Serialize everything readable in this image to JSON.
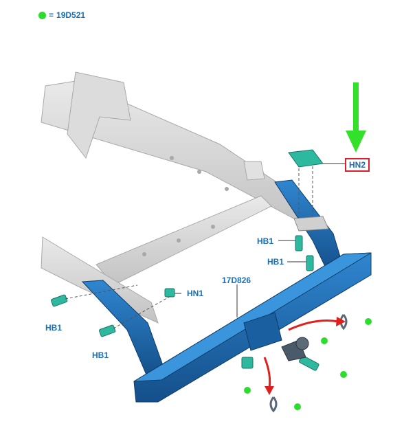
{
  "legend": {
    "dot_color": "#2edc2e",
    "equals": "=",
    "code": "19D521"
  },
  "labels": {
    "hn2": "HN2",
    "hn1": "HN1",
    "hb1_upper": "HB1",
    "hb1_lower": "HB1",
    "hb1_left": "HB1",
    "hb1_bottom_left": "HB1",
    "assembly": "17D826"
  },
  "colors": {
    "label_text": "#1a6fb5",
    "highlight_box": "#d8202a",
    "indicator_arrow": "#33e02a",
    "removal_arrow": "#e0201c",
    "hitch_frame": "#1d6fb8",
    "fasteners": "#2fb8a0",
    "vehicle_frame": "#c8c8c8"
  }
}
